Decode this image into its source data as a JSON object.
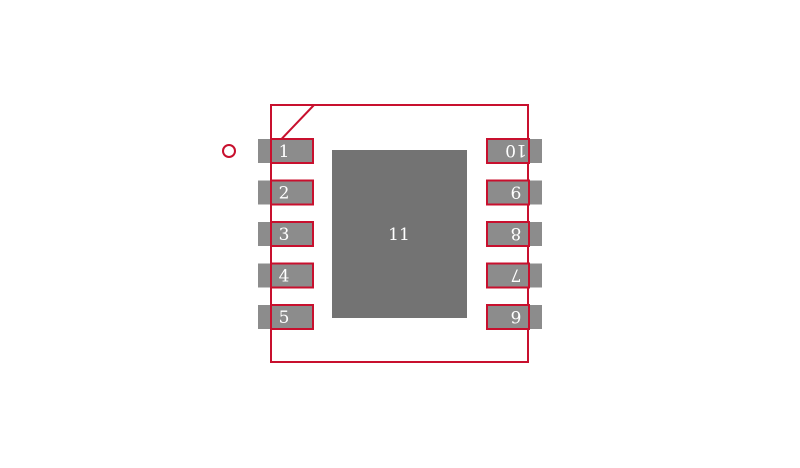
{
  "colors": {
    "outline": "#c8102e",
    "pad_fill": "#8c8c8c",
    "exposed_pad_fill": "#737373",
    "label": "#ffffff",
    "background": "#ffffff"
  },
  "package": {
    "left_pins": [
      {
        "label": "1"
      },
      {
        "label": "2"
      },
      {
        "label": "3"
      },
      {
        "label": "4"
      },
      {
        "label": "5"
      }
    ],
    "right_pins": [
      {
        "label": "10"
      },
      {
        "label": "9"
      },
      {
        "label": "8"
      },
      {
        "label": "7"
      },
      {
        "label": "6"
      }
    ],
    "exposed_pad": {
      "label": "11"
    },
    "pin1_marker": "pin1-dot-icon"
  }
}
